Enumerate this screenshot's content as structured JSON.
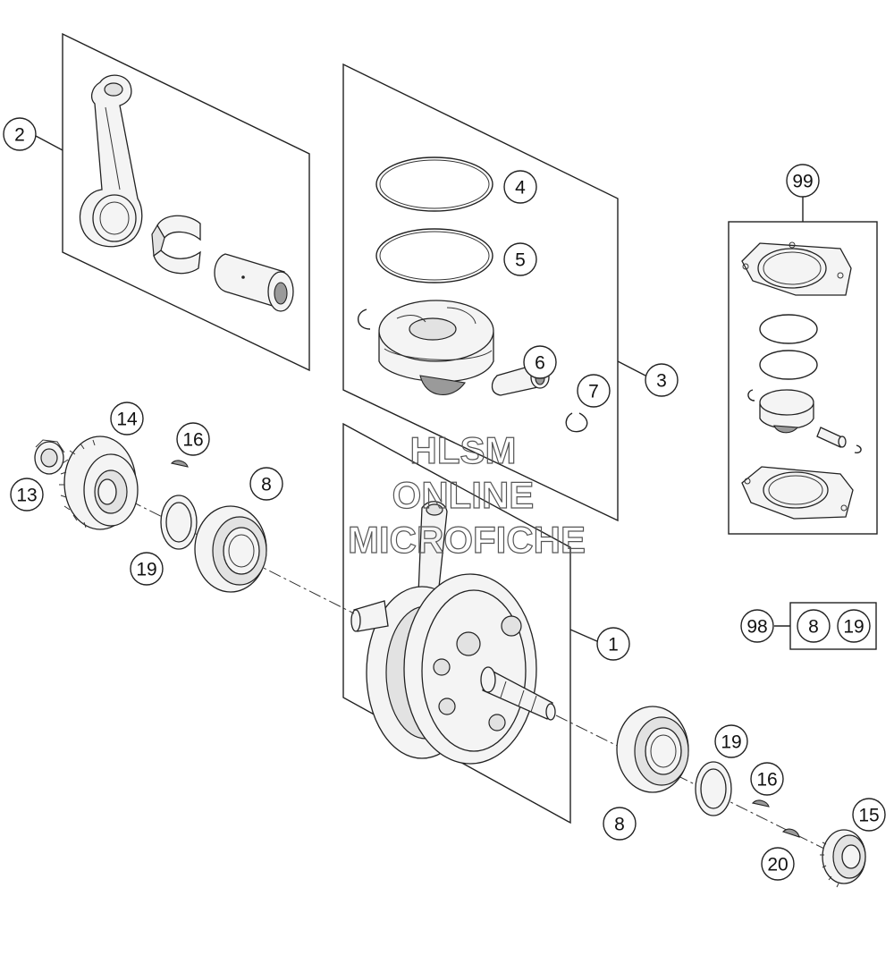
{
  "callouts": {
    "c1": "1",
    "c2": "2",
    "c3": "3",
    "c4": "4",
    "c5": "5",
    "c6": "6",
    "c7": "7",
    "c8a": "8",
    "c8b": "8",
    "c13": "13",
    "c14": "14",
    "c15": "15",
    "c16a": "16",
    "c16b": "16",
    "c19a": "19",
    "c19b": "19",
    "c20": "20",
    "c99": "99",
    "c98": "98",
    "c98_8": "8",
    "c98_19": "19"
  },
  "watermark": {
    "line1": "HLSM",
    "line2": "ONLINE",
    "line3": "MICROFICHE"
  }
}
